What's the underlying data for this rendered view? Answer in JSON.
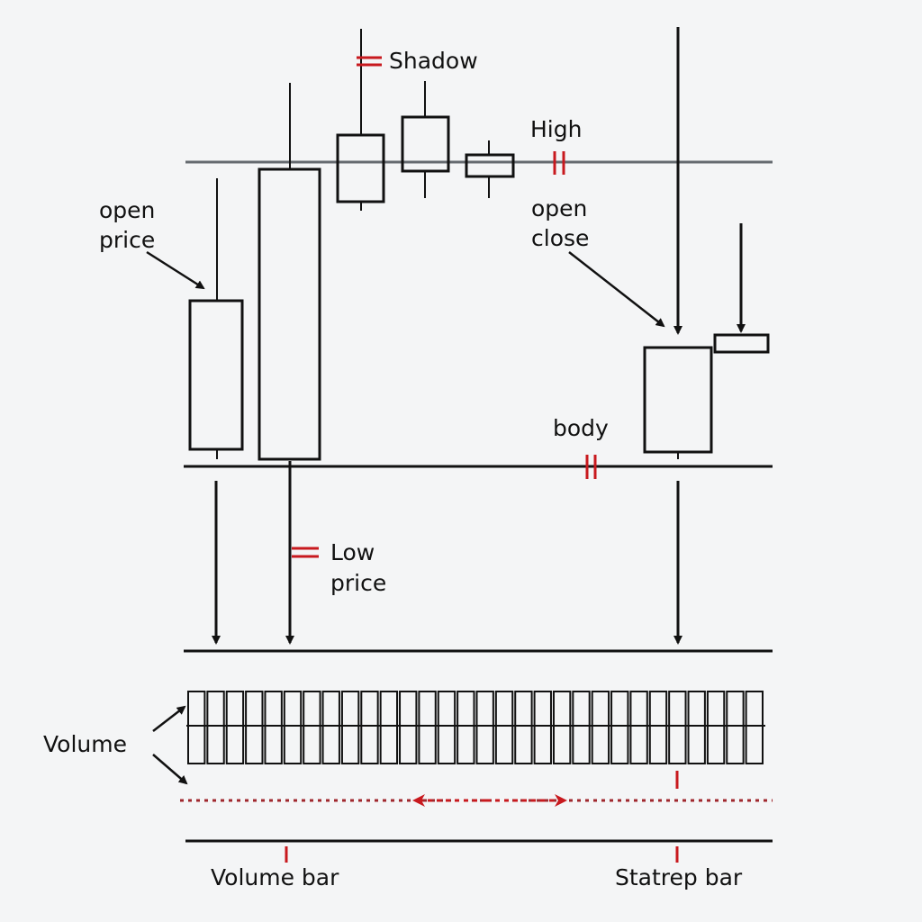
{
  "labels": {
    "shadow": "Shadow",
    "high": "High",
    "open_price_1": "open",
    "open_price_2": "price",
    "open_close_1": "open",
    "open_close_2": "close",
    "body": "body",
    "low_price_1": "Low",
    "low_price_2": "price",
    "volume": "Volume",
    "volume_bar": "Volume bar",
    "statrep_bar": "Statrep bar"
  },
  "colors": {
    "ink": "#111111",
    "accent": "#c8191e",
    "gray_line": "#666b70",
    "background": "#f4f5f6"
  }
}
